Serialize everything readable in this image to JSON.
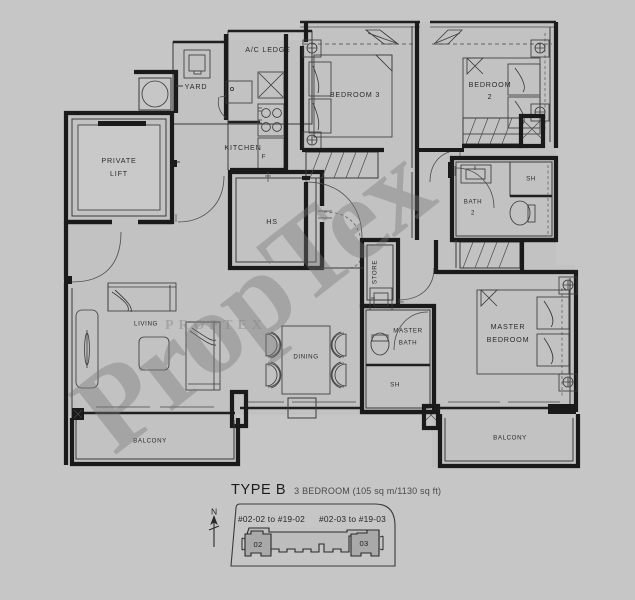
{
  "plan": {
    "rooms": [
      {
        "key": "private_lift",
        "label": "PRIVATE\nLIFT",
        "line1": "PRIVATE",
        "line2": "LIFT"
      },
      {
        "key": "yard",
        "label": "YARD"
      },
      {
        "key": "ac_ledge",
        "label": "A/C  LEDGE"
      },
      {
        "key": "kitchen",
        "label": "KITCHEN"
      },
      {
        "key": "hs",
        "label": "HS"
      },
      {
        "key": "bedroom3",
        "label": "BEDROOM  3"
      },
      {
        "key": "bedroom2_l1",
        "label": "BEDROOM"
      },
      {
        "key": "bedroom2_l2",
        "label": "2"
      },
      {
        "key": "bath2_l1",
        "label": "BATH"
      },
      {
        "key": "bath2_l2",
        "label": "2"
      },
      {
        "key": "sh_bath2",
        "label": "SH"
      },
      {
        "key": "store",
        "label": "STORE"
      },
      {
        "key": "master_bath_l1",
        "label": "MASTER"
      },
      {
        "key": "master_bath_l2",
        "label": "BATH"
      },
      {
        "key": "sh_master",
        "label": "SH"
      },
      {
        "key": "master_bedroom_l1",
        "label": "MASTER"
      },
      {
        "key": "master_bedroom_l2",
        "label": "BEDROOM"
      },
      {
        "key": "living",
        "label": "LIVING"
      },
      {
        "key": "dining",
        "label": "DINING"
      },
      {
        "key": "balcony_left",
        "label": "BALCONY"
      },
      {
        "key": "balcony_right",
        "label": "BALCONY"
      },
      {
        "key": "fridge",
        "label": "F"
      }
    ]
  },
  "legend": {
    "type_title": "TYPE B",
    "type_subtitle": "3 BEDROOM (105 sq m/1130 sq ft)",
    "compass_label": "N",
    "unit_codes": [
      "#02-02 to #19-02",
      "#02-03 to #19-03"
    ],
    "key_tags": [
      "02",
      "03"
    ]
  },
  "watermark": {
    "text": "PropTex",
    "sub": "PROPTEX"
  },
  "colors": {
    "background": "#c6c6c6",
    "floor": "#c2c2c2",
    "wall": "#1a1a1a",
    "label": "#2b2b2b",
    "key_highlight": "#a9a9a9"
  }
}
